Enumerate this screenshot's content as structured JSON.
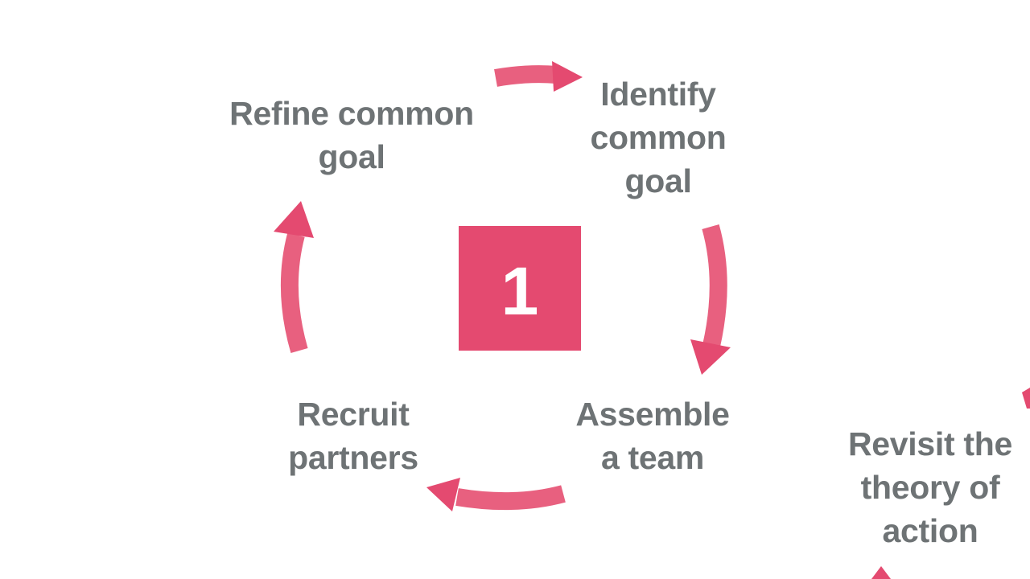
{
  "diagram": {
    "accent_color": "#e44a70",
    "text_color": "#6e7375",
    "center_step": "1",
    "labels": {
      "identify": [
        "Identify",
        "common",
        "goal"
      ],
      "assemble": [
        "Assemble",
        "a team"
      ],
      "recruit": [
        "Recruit",
        "partners"
      ],
      "refine": [
        "Refine common",
        "goal"
      ],
      "revisit": [
        "Revisit the",
        "theory of",
        "action"
      ]
    },
    "arrows": [
      {
        "from": "Refine common goal",
        "to": "Identify common goal",
        "direction": "right"
      },
      {
        "from": "Identify common goal",
        "to": "Assemble a team",
        "direction": "down"
      },
      {
        "from": "Assemble a team",
        "to": "Recruit partners",
        "direction": "left"
      },
      {
        "from": "Recruit partners",
        "to": "Refine common goal",
        "direction": "up"
      }
    ]
  }
}
